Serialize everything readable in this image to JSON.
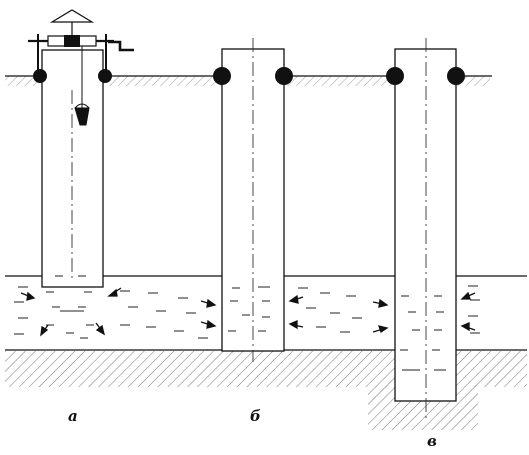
{
  "labels": {
    "a": "а",
    "b": "б",
    "v": "в"
  },
  "colors": {
    "line": "#111111",
    "hatch": "#777777",
    "water_dash": "#222222",
    "background": "#ffffff"
  }
}
